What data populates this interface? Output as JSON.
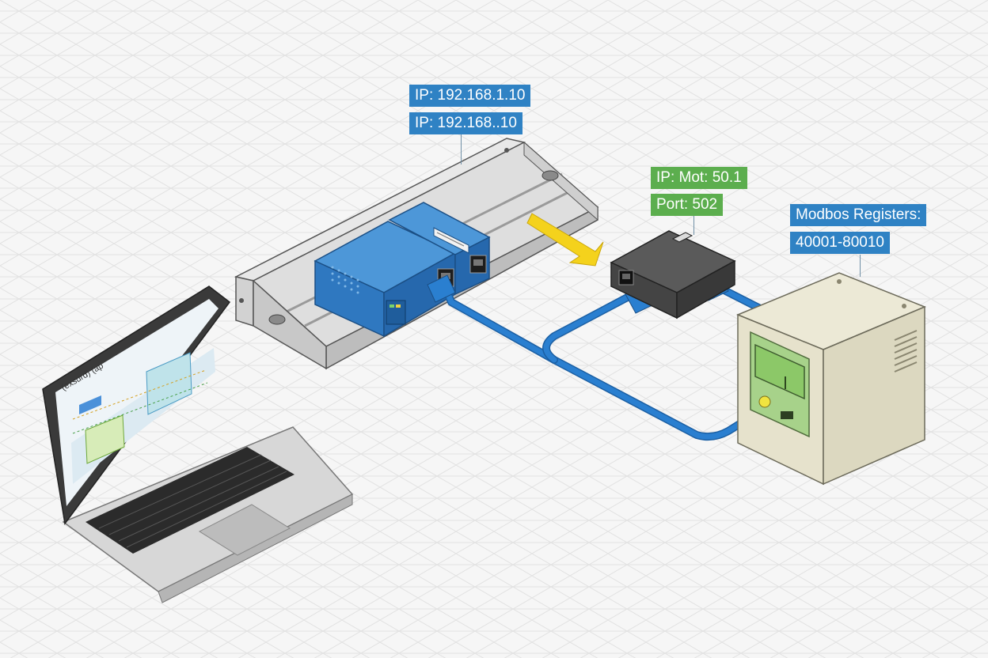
{
  "labels": {
    "plc_ip_1": "IP: 192.168.1.10",
    "plc_ip_2": "IP: 192.168..10",
    "gateway_ip": "IP: Mot: 50.1",
    "gateway_port": "Port: 502",
    "device_title": "Modbos Registers:",
    "device_range": "40001-80010"
  },
  "laptop_screen": {
    "title": "(exsurd) (ap"
  },
  "colors": {
    "background": "#f6f6f6",
    "grid": "#e1e1e1",
    "tag_blue": "#2f82c4",
    "tag_green": "#5cae4e",
    "cable": "#2a7fd0",
    "module_blue": "#2f78c0",
    "arrow": "#f4d21c",
    "device_body": "#e6e2cc",
    "device_screen": "#8cc868"
  },
  "icons": {
    "arrow": "flow-arrow-icon",
    "port": "rj45-port-icon"
  }
}
